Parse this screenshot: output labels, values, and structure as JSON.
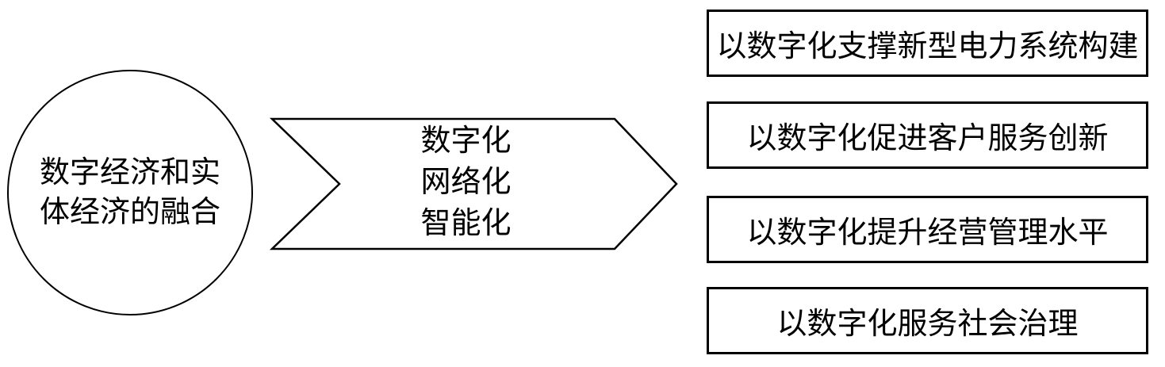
{
  "diagram": {
    "background_color": "#ffffff",
    "stroke_color": "#000000",
    "circle": {
      "lines": [
        "数字经济和实",
        "体经济的融合"
      ],
      "full_text": "数字经济和实体经济的融合"
    },
    "arrow": {
      "lines": [
        "数字化",
        "网络化",
        "智能化"
      ]
    },
    "boxes": [
      {
        "label": "以数字化支撑新型电力系统构建"
      },
      {
        "label": "以数字化促进客户服务创新"
      },
      {
        "label": "以数字化提升经营管理水平"
      },
      {
        "label": "以数字化服务社会治理"
      }
    ]
  }
}
